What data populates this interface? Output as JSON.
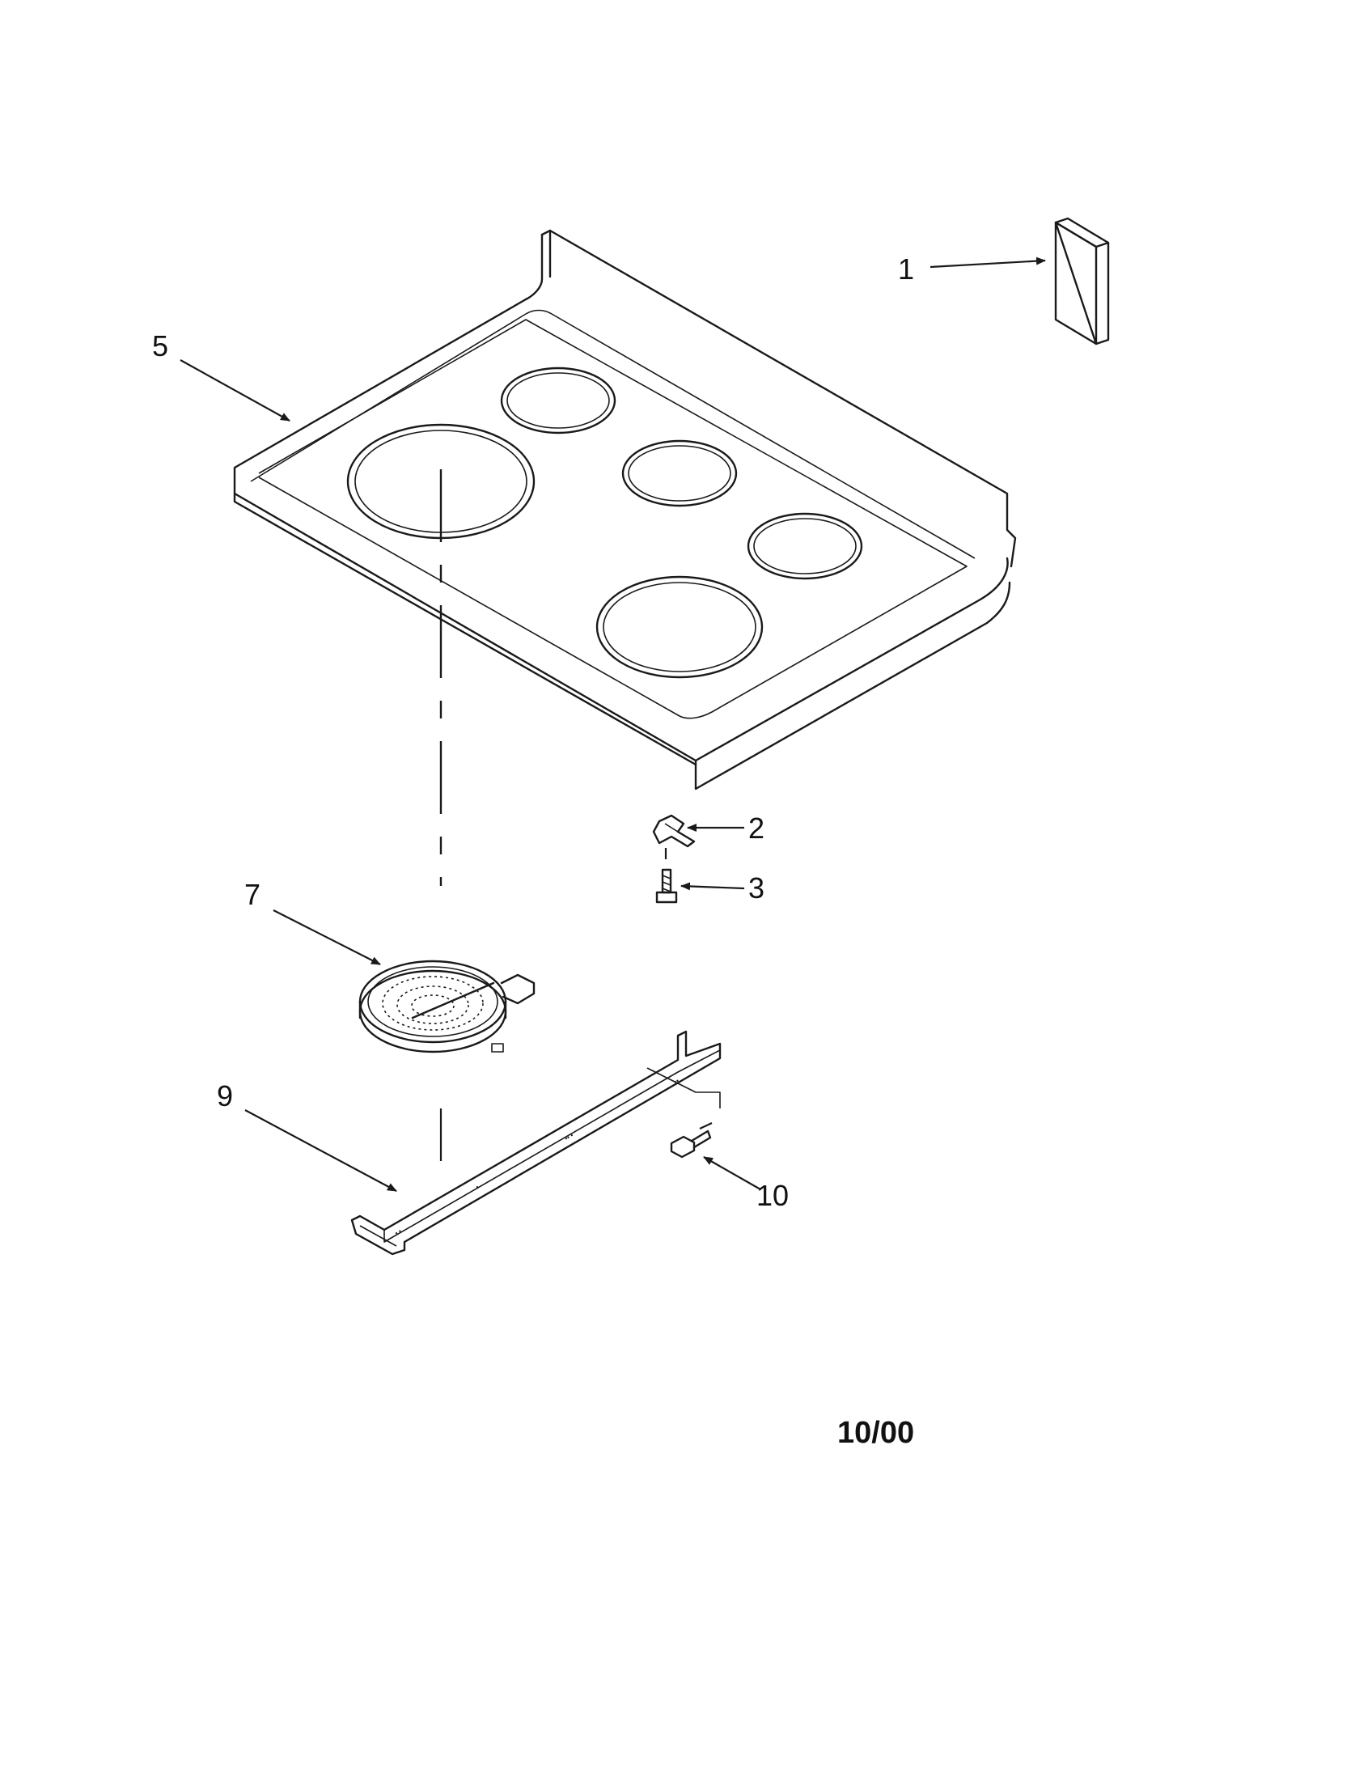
{
  "callouts": {
    "part_1": "1",
    "part_2": "2",
    "part_3": "3",
    "part_5": "5",
    "part_7": "7",
    "part_9": "9",
    "part_10": "10"
  },
  "footer": {
    "date_code": "10/00"
  },
  "colors": {
    "ink": "#1a1a1a",
    "paper": "#ffffff"
  }
}
